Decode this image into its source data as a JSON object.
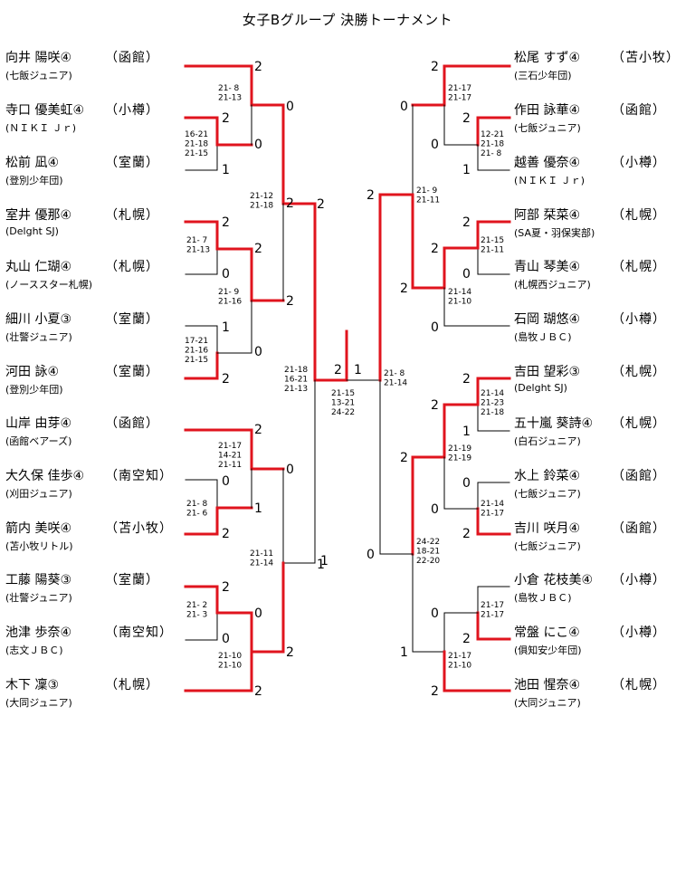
{
  "title": "女子Bグループ 決勝トーナメント",
  "colors": {
    "win": "#e0141e",
    "line": "#000000"
  },
  "left_players": [
    {
      "name": "向井 陽咲④",
      "region": "（函館）",
      "club": "(七飯ジュニア)"
    },
    {
      "name": "寺口 優美虹④",
      "region": "（小樽）",
      "club": "(ＮＩＫＩ Ｊｒ)"
    },
    {
      "name": "松前 凪④",
      "region": "（室蘭）",
      "club": "(登別少年団)"
    },
    {
      "name": "室井 優那④",
      "region": "（札幌）",
      "club": "(Delght SJ)"
    },
    {
      "name": "丸山 仁瑚④",
      "region": "（札幌）",
      "club": "(ノーススター札幌)"
    },
    {
      "name": "細川 小夏③",
      "region": "（室蘭）",
      "club": "(壮警ジュニア)"
    },
    {
      "name": "河田 詠④",
      "region": "（室蘭）",
      "club": "(登別少年団)"
    },
    {
      "name": "山岸 由芽④",
      "region": "（函館）",
      "club": "(函館ベアーズ)"
    },
    {
      "name": "大久保 佳歩④",
      "region": "（南空知）",
      "club": "(刈田ジュニア)"
    },
    {
      "name": "箭内 美咲④",
      "region": "（苫小牧）",
      "club": "(苫小牧リトル)"
    },
    {
      "name": "工藤 陽葵③",
      "region": "（室蘭）",
      "club": "(壮警ジュニア)"
    },
    {
      "name": "池津 歩奈④",
      "region": "（南空知）",
      "club": "(志文ＪＢＣ)"
    },
    {
      "name": "木下 凜③",
      "region": "（札幌）",
      "club": "(大同ジュニア)"
    }
  ],
  "right_players": [
    {
      "name": "松尾 すず④",
      "region": "（苫小牧）",
      "club": "(三石少年団)"
    },
    {
      "name": "作田 詠華④",
      "region": "（函館）",
      "club": "(七飯ジュニア)"
    },
    {
      "name": "越善 優奈④",
      "region": "（小樽）",
      "club": "(ＮＩＫＩ Ｊｒ)"
    },
    {
      "name": "阿部 栞菜④",
      "region": "（札幌）",
      "club": "(SA夏・羽保実部)"
    },
    {
      "name": "青山 琴美④",
      "region": "（札幌）",
      "club": "(札幌西ジュニア)"
    },
    {
      "name": "石岡 瑚悠④",
      "region": "（小樽）",
      "club": "(島牧ＪＢＣ)"
    },
    {
      "name": "吉田 望彩③",
      "region": "（札幌）",
      "club": "(Delght SJ)"
    },
    {
      "name": "五十嵐 葵詩④",
      "region": "（札幌）",
      "club": "(白石ジュニア)"
    },
    {
      "name": "水上 鈴菜④",
      "region": "（函館）",
      "club": "(七飯ジュニア)"
    },
    {
      "name": "吉川 咲月④",
      "region": "（函館）",
      "club": "(七飯ジュニア)"
    },
    {
      "name": "小倉 花枝美④",
      "region": "（小樽）",
      "club": "(島牧ＪＢＣ)"
    },
    {
      "name": "常盤 にこ④",
      "region": "（小樽）",
      "club": "(俱知安少年団)"
    },
    {
      "name": "池田 惺奈④",
      "region": "（札幌）",
      "club": "(大同ジュニア)"
    }
  ],
  "scores": [
    "2",
    "0",
    "2",
    "0",
    "1",
    "0",
    "2",
    "2",
    "2",
    "0",
    "2",
    "1",
    "0",
    "2",
    "2",
    "1",
    "0",
    "2",
    "2",
    "1",
    "0",
    "0",
    "2",
    "2",
    "2",
    "1",
    "2",
    "0",
    "2",
    "0",
    "1",
    "2",
    "0",
    "0",
    "2",
    "2",
    "2",
    "1",
    "0",
    "2",
    "0",
    "2",
    "1",
    "2",
    "0",
    "0",
    "2",
    "2",
    "1",
    "2"
  ],
  "game_scores": [
    "21- 8\n21-13",
    "16-21\n21-18\n21-15",
    "21-12\n21-18",
    "21- 7\n21-13",
    "21- 9\n21-16",
    "17-21\n21-16\n21-15",
    "21-18\n16-21\n21-13",
    "21-17\n14-21\n21-11",
    "21- 8\n21- 6",
    "21-11\n21-14",
    "21- 2\n21- 3",
    "21-10\n21-10",
    "21-15\n13-21\n24-22",
    "21-17\n21-17",
    "12-21\n21-18\n21- 8",
    "21- 9\n21-11",
    "21-15\n21-11",
    "21-14\n21-10",
    "21- 8\n21-14",
    "21-14\n21-23\n21-18",
    "21-19\n21-19",
    "21-14\n21-17",
    "24-22\n18-21\n22-20",
    "21-17\n21-17",
    "21-17\n21-10"
  ]
}
